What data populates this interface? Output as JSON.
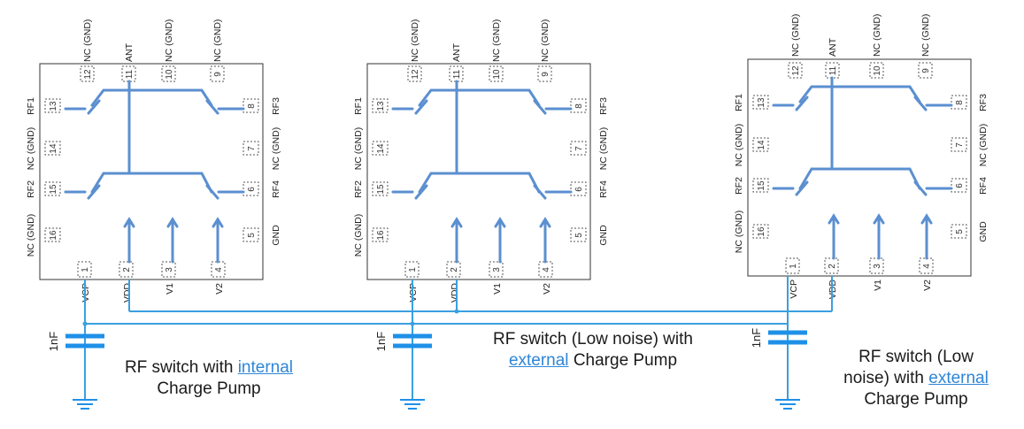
{
  "modules": [
    {
      "pins": {
        "p1": {
          "num": "1",
          "name": "VCP"
        },
        "p2": {
          "num": "2",
          "name": "VDD"
        },
        "p3": {
          "num": "3",
          "name": "V1"
        },
        "p4": {
          "num": "4",
          "name": "V2"
        },
        "p5": {
          "num": "5",
          "name": "GND"
        },
        "p6": {
          "num": "6",
          "name": "RF4"
        },
        "p7": {
          "num": "7",
          "name": "NC (GND)"
        },
        "p8": {
          "num": "8",
          "name": "RF3"
        },
        "p9": {
          "num": "9",
          "name": "NC (GND)"
        },
        "p10": {
          "num": "10",
          "name": "NC (GND)"
        },
        "p11": {
          "num": "11",
          "name": "ANT"
        },
        "p12": {
          "num": "12",
          "name": "NC (GND)"
        },
        "p13": {
          "num": "13",
          "name": "RF1"
        },
        "p14": {
          "num": "14",
          "name": "NC (GND)"
        },
        "p15": {
          "num": "15",
          "name": "RF2"
        },
        "p16": {
          "num": "16",
          "name": "NC (GND)"
        }
      },
      "capacitor": "1nF",
      "caption": {
        "before": "RF switch with ",
        "link": "internal",
        "after": "Charge Pump"
      }
    },
    {
      "pins": {
        "p1": {
          "num": "1",
          "name": "VCP"
        },
        "p2": {
          "num": "2",
          "name": "VDD"
        },
        "p3": {
          "num": "3",
          "name": "V1"
        },
        "p4": {
          "num": "4",
          "name": "V2"
        },
        "p5": {
          "num": "5",
          "name": "GND"
        },
        "p6": {
          "num": "6",
          "name": "RF4"
        },
        "p7": {
          "num": "7",
          "name": "NC (GND)"
        },
        "p8": {
          "num": "8",
          "name": "RF3"
        },
        "p9": {
          "num": "9",
          "name": "NC (GND)"
        },
        "p10": {
          "num": "10",
          "name": "NC (GND)"
        },
        "p11": {
          "num": "11",
          "name": "ANT"
        },
        "p12": {
          "num": "12",
          "name": "NC (GND)"
        },
        "p13": {
          "num": "13",
          "name": "RF1"
        },
        "p14": {
          "num": "14",
          "name": "NC (GND)"
        },
        "p15": {
          "num": "15",
          "name": "RF2"
        },
        "p16": {
          "num": "16",
          "name": "NC (GND)"
        }
      },
      "capacitor": "1nF",
      "caption": {
        "before": "RF switch (Low noise) with",
        "link": "external",
        "after": " Charge Pump"
      }
    },
    {
      "pins": {
        "p1": {
          "num": "1",
          "name": "VCP"
        },
        "p2": {
          "num": "2",
          "name": "VDD"
        },
        "p3": {
          "num": "3",
          "name": "V1"
        },
        "p4": {
          "num": "4",
          "name": "V2"
        },
        "p5": {
          "num": "5",
          "name": "GND"
        },
        "p6": {
          "num": "6",
          "name": "RF4"
        },
        "p7": {
          "num": "7",
          "name": "NC (GND)"
        },
        "p8": {
          "num": "8",
          "name": "RF3"
        },
        "p9": {
          "num": "9",
          "name": "NC (GND)"
        },
        "p10": {
          "num": "10",
          "name": "NC (GND)"
        },
        "p11": {
          "num": "11",
          "name": "ANT"
        },
        "p12": {
          "num": "12",
          "name": "NC (GND)"
        },
        "p13": {
          "num": "13",
          "name": "RF1"
        },
        "p14": {
          "num": "14",
          "name": "NC (GND)"
        },
        "p15": {
          "num": "15",
          "name": "RF2"
        },
        "p16": {
          "num": "16",
          "name": "NC (GND)"
        }
      },
      "capacitor": "1nF",
      "caption": {
        "line1": "RF switch (Low",
        "before": "noise) with ",
        "link": "external",
        "after": "Charge Pump"
      }
    }
  ],
  "colors": {
    "wire": "#5b8fd0",
    "bus": "#3aa0e0",
    "cap": "#1e90e8",
    "outline": "#333333",
    "link": "#2f86d6"
  }
}
